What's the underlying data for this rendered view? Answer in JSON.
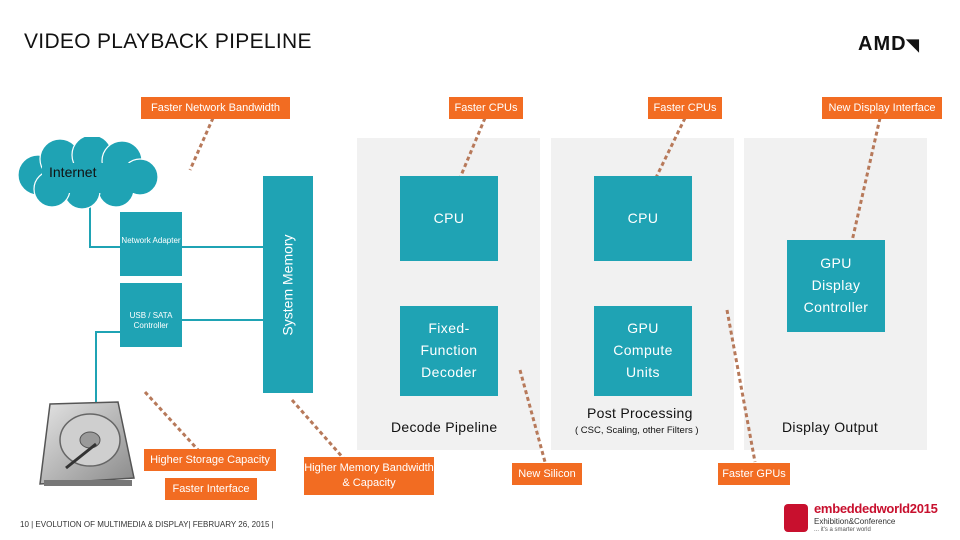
{
  "header": {
    "title": "VIDEO PLAYBACK PIPELINE",
    "logo": "AMD"
  },
  "callouts": {
    "network": "Faster Network Bandwidth",
    "cpu1": "Faster CPUs",
    "cpu2": "Faster CPUs",
    "display_interface": "New Display Interface",
    "storage": "Higher Storage Capacity",
    "storage_interface": "Faster Interface",
    "memory": "Higher Memory Bandwidth & Capacity",
    "silicon": "New Silicon",
    "gpus": "Faster GPUs"
  },
  "blocks": {
    "internet": "Internet",
    "network_adapter": "Network Adapter",
    "usb_sata": "USB / SATA Controller",
    "system_memory": "System Memory",
    "cpu1": "CPU",
    "fixed_function": "Fixed-Function Decoder",
    "cpu2": "CPU",
    "gpu_compute": "GPU Compute Units",
    "gpu_display": "GPU Display Controller"
  },
  "stages": {
    "decode": "Decode Pipeline",
    "post": "Post Processing",
    "post_sub": "( CSC, Scaling, other Filters )",
    "display": "Display Output"
  },
  "footer": {
    "text": "10  | EVOLUTION OF MULTIMEDIA & DISPLAY| FEBRUARY 26, 2015 |",
    "event_logo": "embeddedworld2015",
    "event_sub": "Exhibition&Conference",
    "event_tagline": "... it's a smarter world"
  },
  "colors": {
    "teal": "#1fa3b4",
    "orange": "#f26c22",
    "panel": "#f1f1f1"
  }
}
